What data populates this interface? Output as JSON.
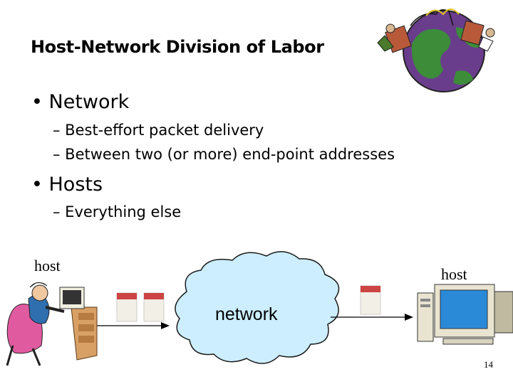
{
  "slide": {
    "title": "Host-Network Division of Labor",
    "bullets": [
      {
        "text": "• Network",
        "subitems": [
          "– Best-effort packet delivery",
          "– Between two (or more) end-point addresses"
        ]
      },
      {
        "text": "• Hosts",
        "subitems": [
          "– Everything else"
        ]
      }
    ],
    "diagram": {
      "left_host_label": "host",
      "right_host_label": "host",
      "network_label": "network"
    },
    "page_number": "14"
  },
  "icons": {
    "globe": "globe-with-people-icon",
    "left_host": "person-at-computer-icon",
    "right_host": "desktop-computer-icon"
  },
  "colors": {
    "cloud_fill": "#cceeff",
    "packet_header": "#cc4444",
    "packet_body": "#f2efe6"
  }
}
